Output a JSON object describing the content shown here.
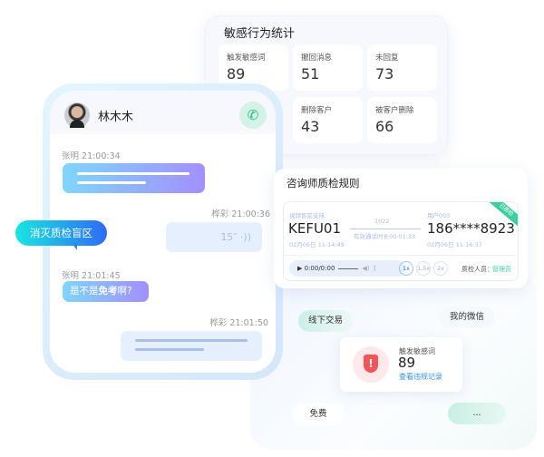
{
  "stats": {
    "title": "敏感行为统计",
    "items": [
      {
        "label": "触发敏感词",
        "value": "89"
      },
      {
        "label": "撤回消息",
        "value": "51"
      },
      {
        "label": "未回复",
        "value": "73"
      },
      {
        "label": "删除客户",
        "value": "43"
      },
      {
        "label": "被客户删除",
        "value": "66"
      }
    ]
  },
  "chat": {
    "contact": "林木木",
    "messages": [
      {
        "meta": "张明 21:00:34"
      },
      {
        "meta": "桦彩 21:00:36",
        "voice": "15″ ·))"
      },
      {
        "meta": "张明 21:01:45",
        "text_pre": "是不是",
        "text_bold": "免考",
        "text_post": "啊?"
      },
      {
        "meta": "桦彩 21:01:50"
      }
    ]
  },
  "badge": "消灭质检盲区",
  "qc": {
    "title": "咨询师质检规则",
    "ribbon": "已质检",
    "agent_label": "视频售前支持",
    "agent": "KEFU01",
    "agent_time": "02月06日 11:14:49",
    "duration_top": "1022",
    "duration": "有效通话时长00:01:33",
    "user_label": "用户003",
    "user": "186****8923",
    "user_time": "02月06日 11:16:37",
    "player": "▶ 0:00/0:00",
    "speeds": [
      "1x",
      "1.5x",
      "2x"
    ],
    "inspector_label": "质检人员：",
    "inspector": "管理员"
  },
  "tags": [
    "线下交易",
    "我的微信",
    "免费",
    "..."
  ],
  "alert": {
    "label": "触发敏感词",
    "value": "89",
    "link": "查看违规记录"
  },
  "colors": {
    "accent_green": "#3ccf9d",
    "accent_blue": "#2f6bf5",
    "danger": "#f0555a"
  }
}
